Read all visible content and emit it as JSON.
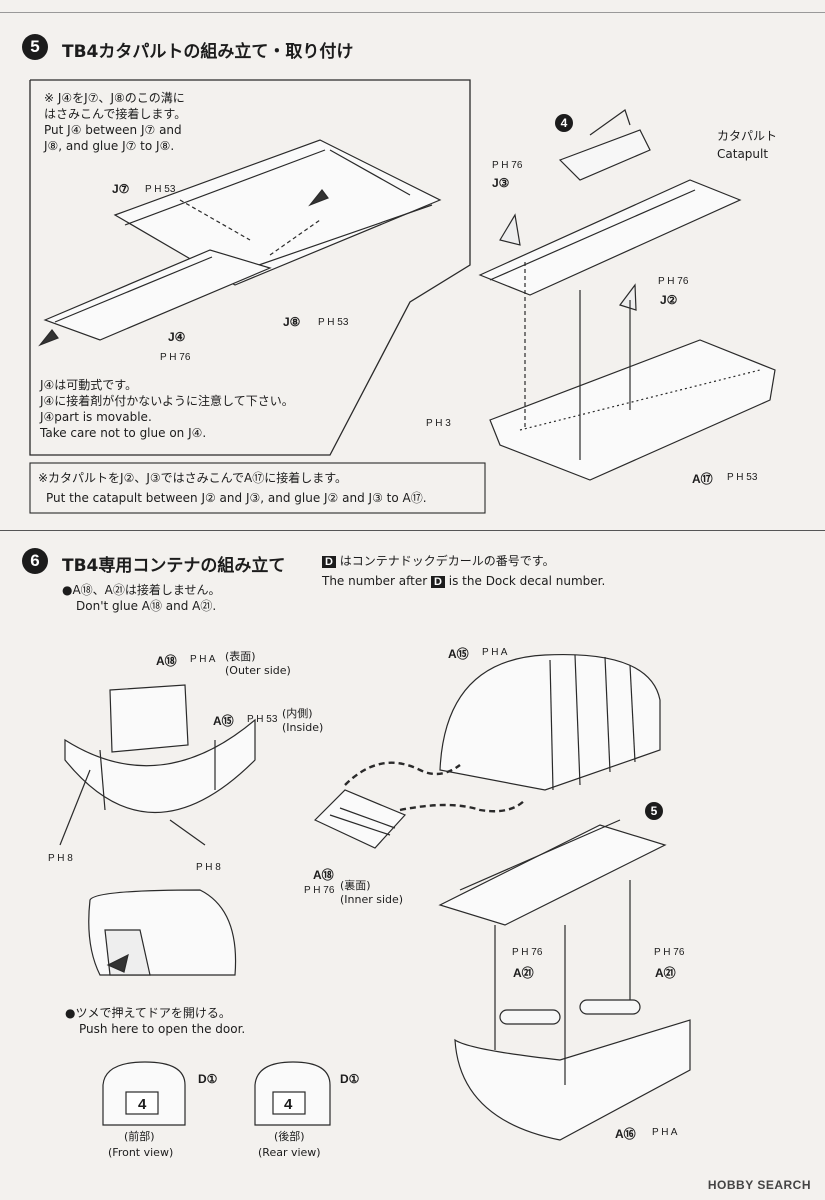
{
  "step5": {
    "number": "5",
    "title": "TB4カタパルトの組み立て・取り付け",
    "note_top": [
      "※ J④をJ⑦、J⑧のこの溝に",
      "はさみこんで接着します。",
      "Put J④ between J⑦ and",
      "J⑧, and glue J⑦ to J⑧."
    ],
    "note_bottom": [
      "J④は可動式です。",
      "J④に接着剤が付かないように注意して下さい。",
      "J④part is movable.",
      "Take care not to glue on J④."
    ],
    "labels": {
      "j7": "J⑦",
      "j7_paint": "P H 53",
      "j4": "J④",
      "j4_paint": "P H 76",
      "j8": "J⑧",
      "j8_paint": "P H 53",
      "part4": "4",
      "catapult_jp": "カタパルト",
      "catapult_en": "Catapult",
      "j3_paint": "P H 76",
      "j3": "J③",
      "j2_paint": "P H 76",
      "j2": "J②",
      "p3": "P H 3",
      "a17": "A⑰",
      "a17_paint": "P H 53"
    },
    "footer_note": [
      "※カタパルトをJ②、J③ではさみこんでA⑰に接着します。",
      "Put the catapult between J② and J③, and glue J② and J③ to A⑰."
    ]
  },
  "step6": {
    "number": "6",
    "title": "TB4専用コンテナの組み立て",
    "decal_note": {
      "badge": "D",
      "jp": "はコンテナドックデカールの番号です。",
      "en_prefix": "The number after",
      "en_suffix": "is the Dock decal number."
    },
    "glue_note": [
      "●A⑱、A㉑は接着しません。",
      "Don't glue A⑱ and A㉑."
    ],
    "labels": {
      "a18_top": "A⑱",
      "a18_top_paint": "P H A",
      "outer_jp": "(表面)",
      "outer_en": "(Outer side)",
      "a15_left": "A⑮",
      "a15_left_paint": "P H 53",
      "inside_jp": "(内側)",
      "inside_en": "(Inside)",
      "ph8_left": "P H 8",
      "ph8_right": "P H 8",
      "a15_right": "A⑮",
      "a15_right_paint": "P H A",
      "a18_mid": "A⑱",
      "a18_mid_paint": "P H 76",
      "inner_jp": "(裏面)",
      "inner_en": "(Inner side)",
      "part5": "5",
      "a21_left_paint": "P H 76",
      "a21_left": "A㉑",
      "a21_right_paint": "P H 76",
      "a21_right": "A㉑",
      "a16": "A⑯",
      "a16_paint": "P H A"
    },
    "door_note": [
      "●ツメで押えてドアを開ける。",
      "Push here to open the door."
    ],
    "front": {
      "decal": "D①",
      "number": "4",
      "jp": "(前部)",
      "en": "(Front view)"
    },
    "rear": {
      "decal": "D①",
      "number": "4",
      "jp": "(後部)",
      "en": "(Rear view)"
    }
  },
  "watermark": "HOBBY SEARCH"
}
